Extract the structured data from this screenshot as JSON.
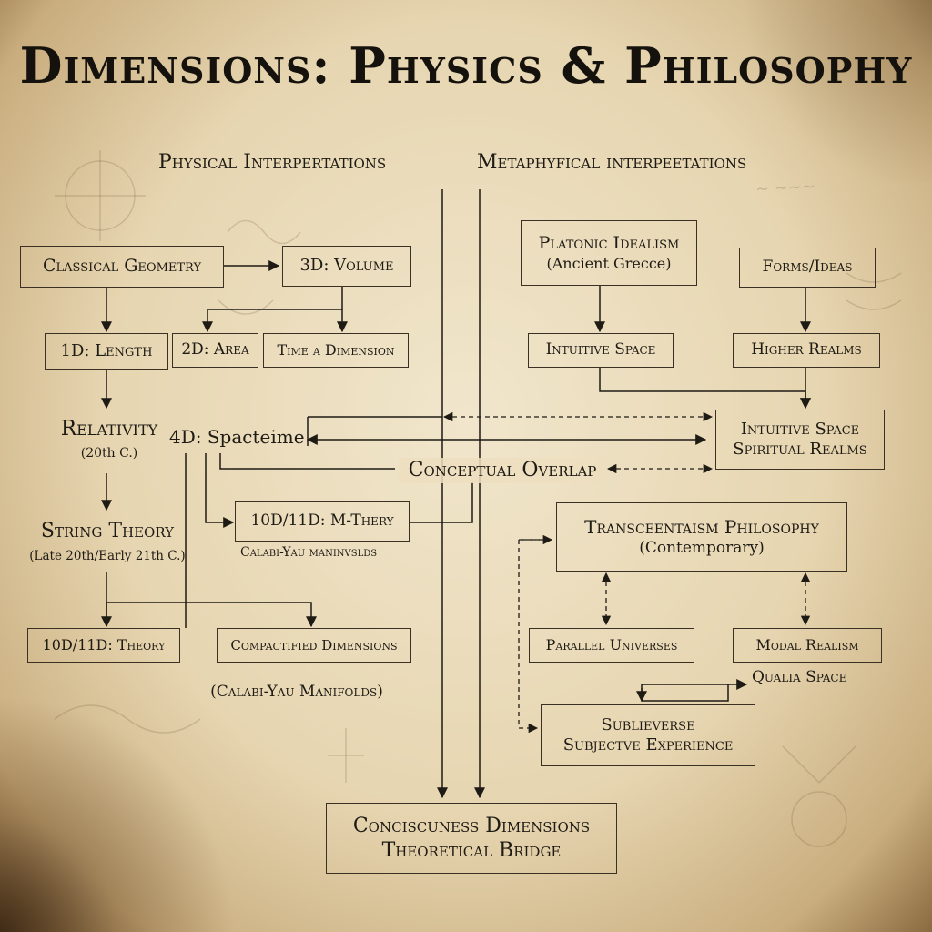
{
  "title": "Dimensions: Physics & Philosophy",
  "headings": {
    "physical": "Physical Interpertations",
    "metaphysical": "Metaphyfical interpeetations"
  },
  "physical": {
    "classical_geometry": "Classical Geometry",
    "volume_3d": "3D: Volume",
    "length_1d": "1D: Length",
    "area_2d": "2D: Area",
    "time_dimension": "Time a Dimension",
    "relativity": "Relativity",
    "relativity_era": "(20th C.)",
    "spacetime_4d": "4D: Spacteime",
    "mtheory": "10D/11D: M-Thery",
    "calabi_yau_small": "Calabi-Yau maninvslds",
    "string_theory": "String Theory",
    "string_theory_era": "(Late 20th/Early 21th C.)",
    "theory_10d": "10D/11D: Theory",
    "compactified": "Compactified Dimensions",
    "calabi_yau": "(Calabi-Yau Manifolds)"
  },
  "metaphysical": {
    "platonic_title": "Platonic Idealism",
    "platonic_sub": "(Ancient Grecce)",
    "forms_ideas": "Forms/Ideas",
    "intuitive_space": "Intuitive Space",
    "higher_realms": "Higher Realms",
    "intuitive_spiritual_1": "Intuitive Space",
    "intuitive_spiritual_2": "Spiritual Realms",
    "transcendentalism_title": "Transceentaism Philosophy",
    "transcendentalism_sub": "(Contemporary)",
    "parallel_universes": "Parallel Universes",
    "modal_realism": "Modal Realism",
    "qualia_space": "Qualia Space",
    "subjective_1": "Sublieverse",
    "subjective_2": "Subjectve Experience"
  },
  "center": {
    "overlap": "Conceptual Overlap",
    "bridge_1": "Conciscuness Dimensions",
    "bridge_2": "Theoretical Bridge"
  },
  "colors": {
    "paper": "#ead9b4",
    "ink": "#1e1a14",
    "burn": "#3a2510"
  }
}
